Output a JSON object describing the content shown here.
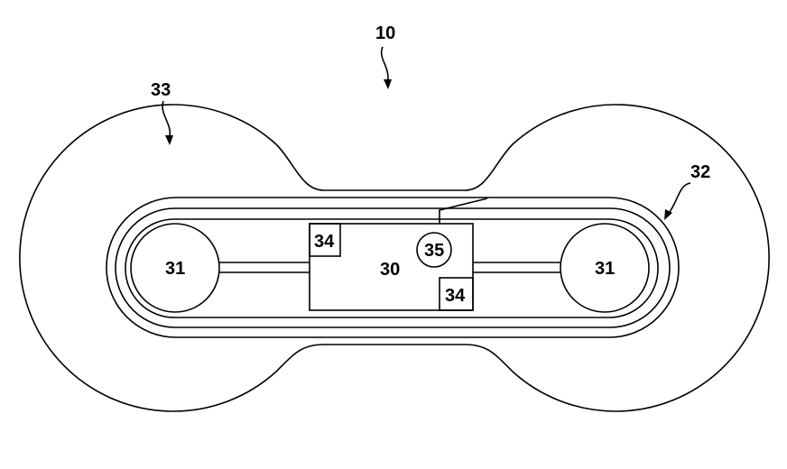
{
  "labels": {
    "device_ref": "10",
    "central_unit": "30",
    "wheel_left": "31",
    "wheel_right": "31",
    "inner_track": "32",
    "outer_contour": "33",
    "sensor_top_left": "34",
    "sensor_bottom_right": "34",
    "circle_component": "35"
  },
  "colors": {
    "stroke": "#000000",
    "background": "#ffffff"
  }
}
